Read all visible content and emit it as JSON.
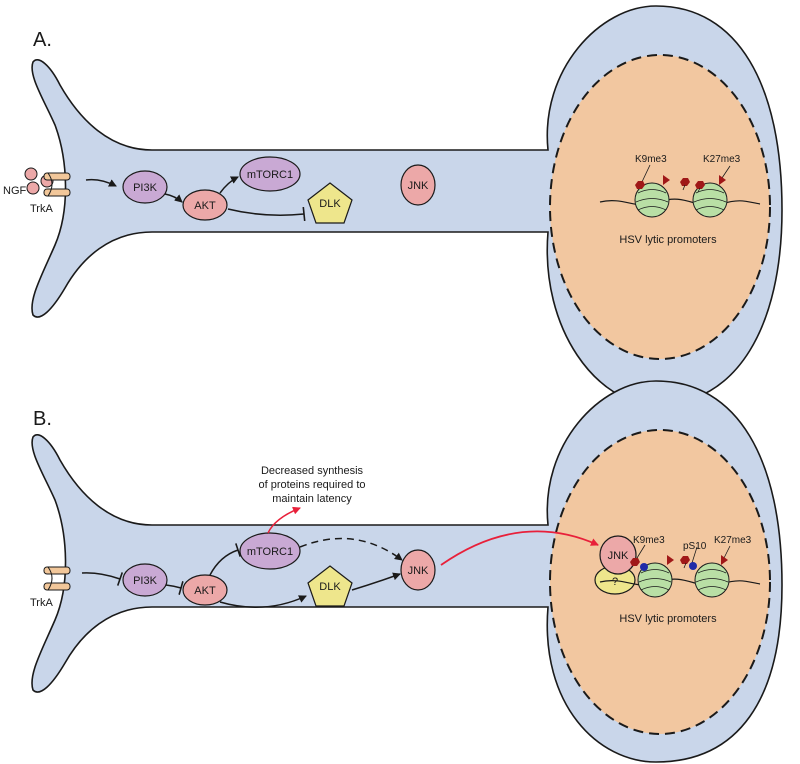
{
  "panels": [
    {
      "label": "A.",
      "ligand": "NGF",
      "receptor": "TrkA",
      "nodes": {
        "pi3k": "PI3K",
        "akt": "AKT",
        "mtorc1": "mTORC1",
        "dlk": "DLK",
        "jnk": "JNK"
      },
      "marks": {
        "k9": "K9me3",
        "k27": "K27me3"
      },
      "promoters": "HSV lytic promoters"
    },
    {
      "label": "B.",
      "receptor": "TrkA",
      "nodes": {
        "pi3k": "PI3K",
        "akt": "AKT",
        "mtorc1": "mTORC1",
        "dlk": "DLK",
        "jnk": "JNK",
        "nuclear_jnk": "JNK",
        "partner": "?"
      },
      "marks": {
        "k9": "K9me3",
        "ps10": "pS10",
        "k27": "K27me3"
      },
      "promoters": "HSV lytic promoters",
      "note": [
        "Decreased synthesis",
        "of proteins required to",
        "maintain latency"
      ]
    }
  ],
  "colors": {
    "cell": "#c9d6ea",
    "nucleus": "#f2c7a0",
    "pi3k": "#c9a9d4",
    "akt": "#eca8a8",
    "mtorc1": "#c9a9d4",
    "dlk": "#eee68c",
    "jnk": "#eca8a8",
    "partner": "#eee68c",
    "nucleosome": "#b9dfa5",
    "receptor": "#f2c79a",
    "ngf": "#eca8a8",
    "k9_mark": "#a01818",
    "ps10_mark": "#1f2aa8",
    "activation_arrow": "#e8203a"
  }
}
